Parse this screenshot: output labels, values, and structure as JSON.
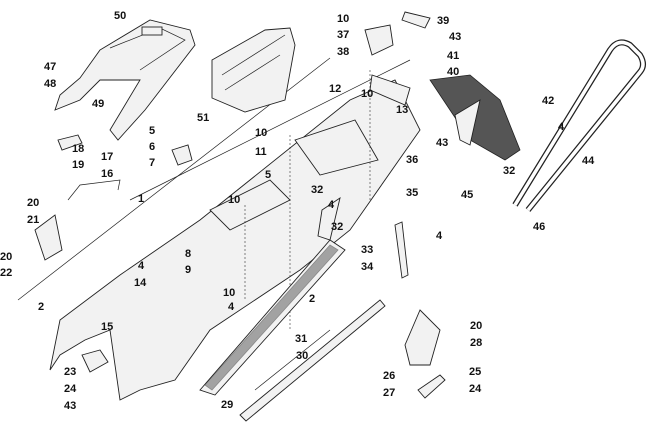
{
  "callouts": {
    "c50": "50",
    "c47": "47",
    "c48": "48",
    "c49": "49",
    "c51": "51",
    "c5a": "5",
    "c6": "6",
    "c7": "7",
    "c10a": "10",
    "c11": "11",
    "c5b": "5",
    "c32a": "32",
    "c10b": "10",
    "c1": "1",
    "c18": "18",
    "c17": "17",
    "c19": "19",
    "c16": "16",
    "c20a": "20",
    "c21": "21",
    "c20b": "20",
    "c22": "22",
    "c2a": "2",
    "c4a": "4",
    "c14": "14",
    "c8": "8",
    "c9": "9",
    "c10c": "10",
    "c4b": "4",
    "c15": "15",
    "c23": "23",
    "c24a": "24",
    "c43a": "43",
    "c29": "29",
    "c31": "31",
    "c30": "30",
    "c2b": "2",
    "c10d": "10",
    "c39": "39",
    "c37": "37",
    "c38": "38",
    "c12": "12",
    "c10e": "10",
    "c13": "13",
    "c43b": "43",
    "c41": "41",
    "c40": "40",
    "c42": "42",
    "c43c": "43",
    "c4c": "4",
    "c36": "36",
    "c44": "44",
    "c35": "35",
    "c32b": "32",
    "c45": "45",
    "c4d": "4",
    "c4e": "4",
    "c33": "33",
    "c32c": "32",
    "c34": "34",
    "c46": "46",
    "c20c": "20",
    "c28": "28",
    "c26": "26",
    "c25": "25",
    "c27": "27",
    "c24b": "24"
  }
}
